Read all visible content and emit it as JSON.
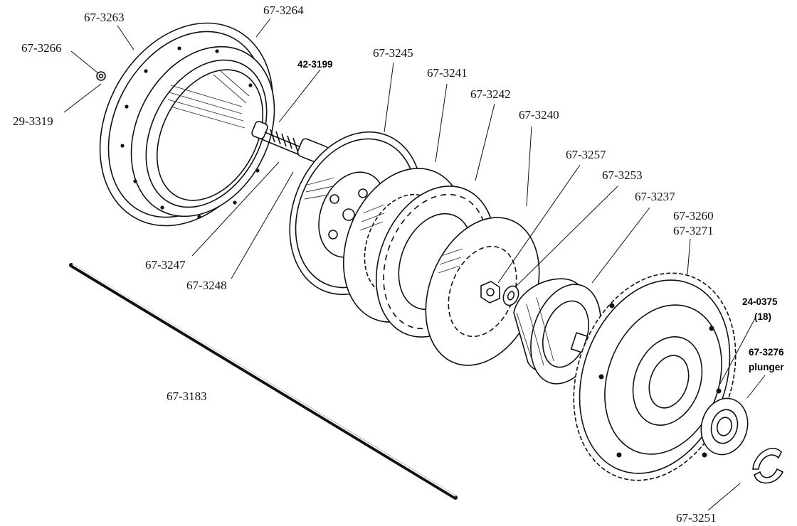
{
  "diagram": {
    "labels": {
      "p67_3263": "67-3263",
      "p67_3264": "67-3264",
      "p67_3266": "67-3266",
      "p29_3319": "29-3319",
      "p42_3199": "42-3199",
      "p67_3245": "67-3245",
      "p67_3241": "67-3241",
      "p67_3242": "67-3242",
      "p67_3240": "67-3240",
      "p67_3257": "67-3257",
      "p67_3253": "67-3253",
      "p67_3237": "67-3237",
      "p67_3260": "67-3260",
      "p67_3271": "67-3271",
      "p24_0375": "24-0375",
      "p24_0375_qty": "(18)",
      "p67_3276": "67-3276",
      "p67_3276_note": "plunger",
      "p67_3247": "67-3247",
      "p67_3248": "67-3248",
      "p67_3183": "67-3183",
      "p67_3251": "67-3251"
    }
  }
}
